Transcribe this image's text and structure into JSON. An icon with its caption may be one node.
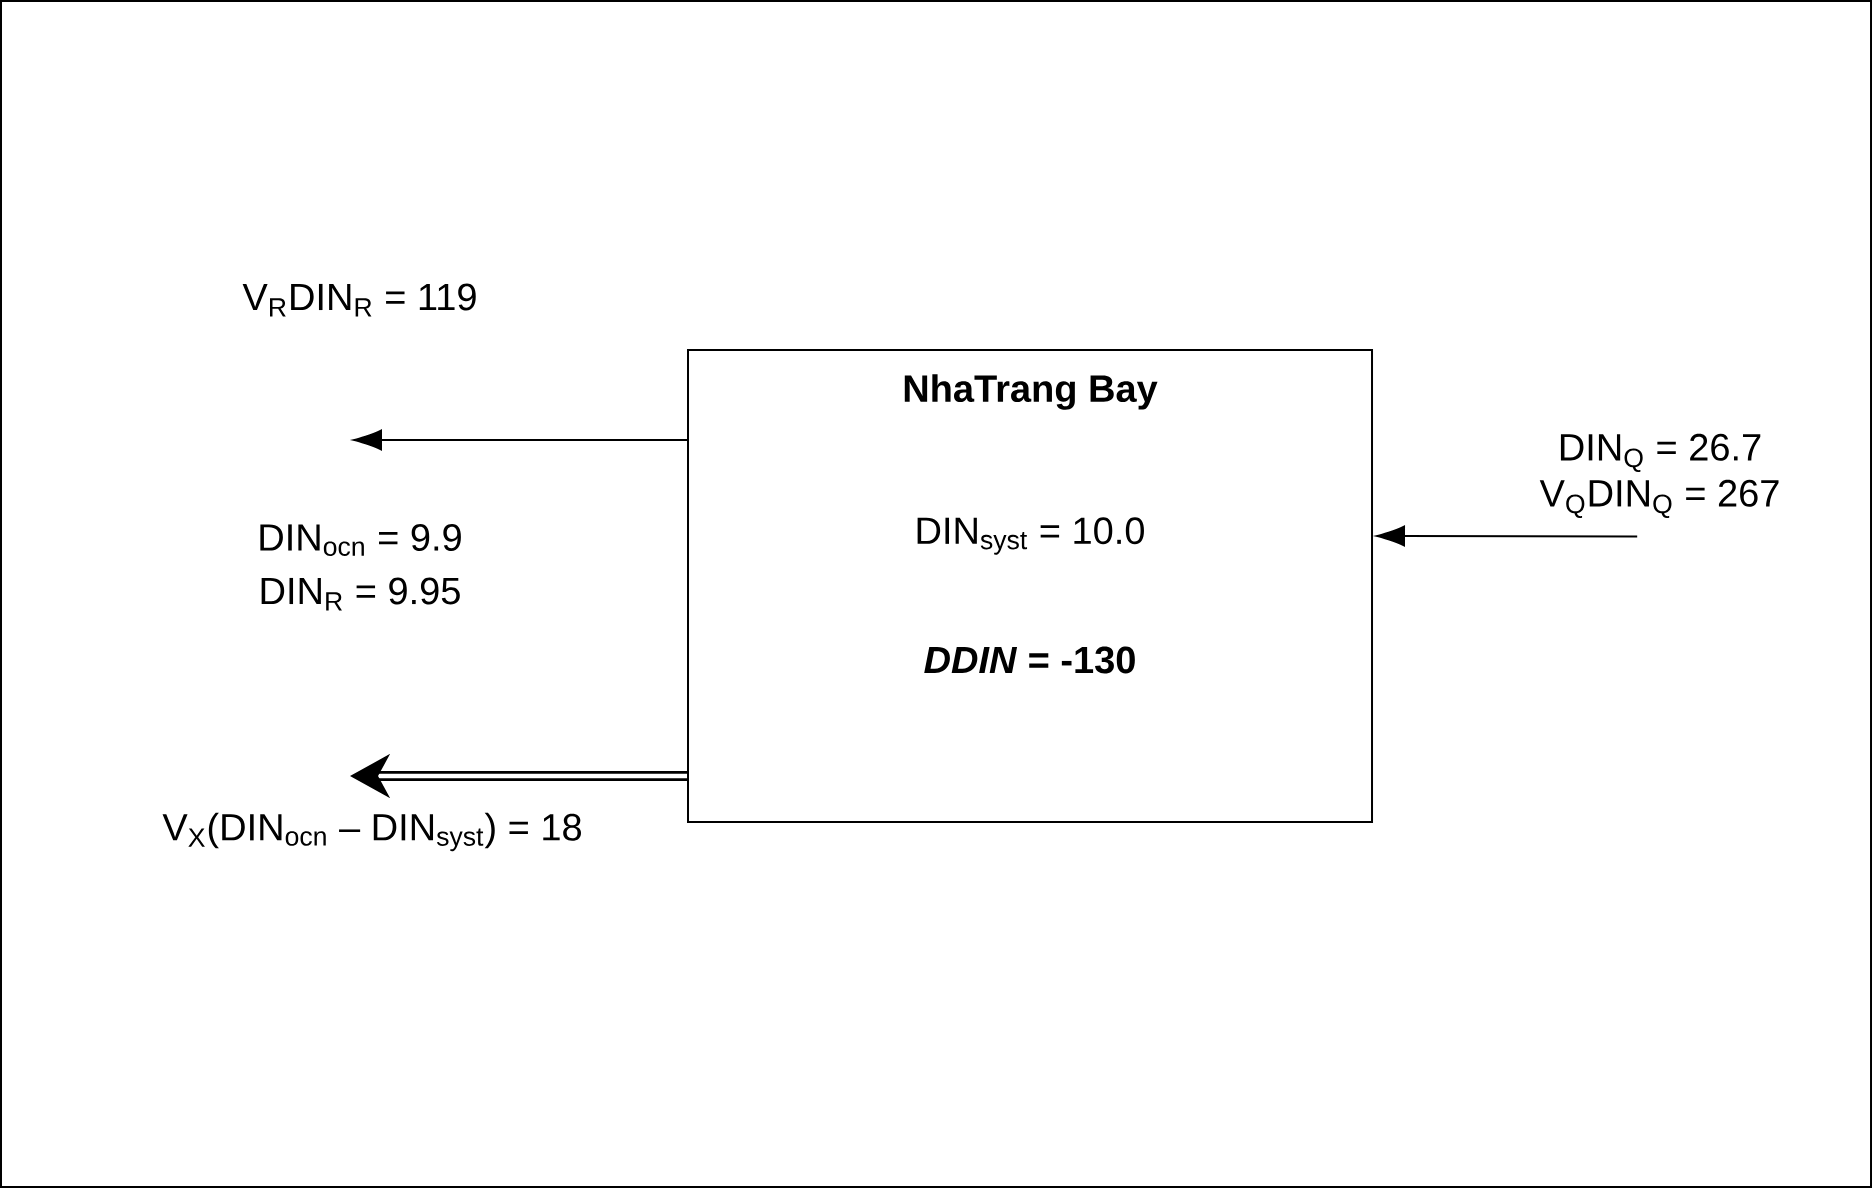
{
  "diagram": {
    "nodes": [
      {
        "text": [
          "NhaTrang Bay",
          "DIN$_{syst}$ = 10.0",
          "*DDIN* = -130"
        ]
      },
      {
        "text": [
          "DIN$_{Q}$ = 26.7",
          "V$_{Q}$DIN$_{Q}$ = 267"
        ]
      }
    ],
    "edges": [
      {
        "from": 0,
        "to": null,
        "arrow": "to"
      },
      {
        "from": 1,
        "to": 0,
        "arrow": "to"
      },
      {
        "from": 0,
        "to": null,
        "arrow": "to",
        "style": "thick"
      }
    ],
    "labels": [
      "V$_{R}$DIN$_{R}$ = 119",
      "DIN$_{ocn}$ = 9.9",
      "DIN$_{R}$ = 9.95",
      "V$_{X}$(DIN$_{ocn}$ – DIN$_{syst}$) = 18"
    ]
  }
}
